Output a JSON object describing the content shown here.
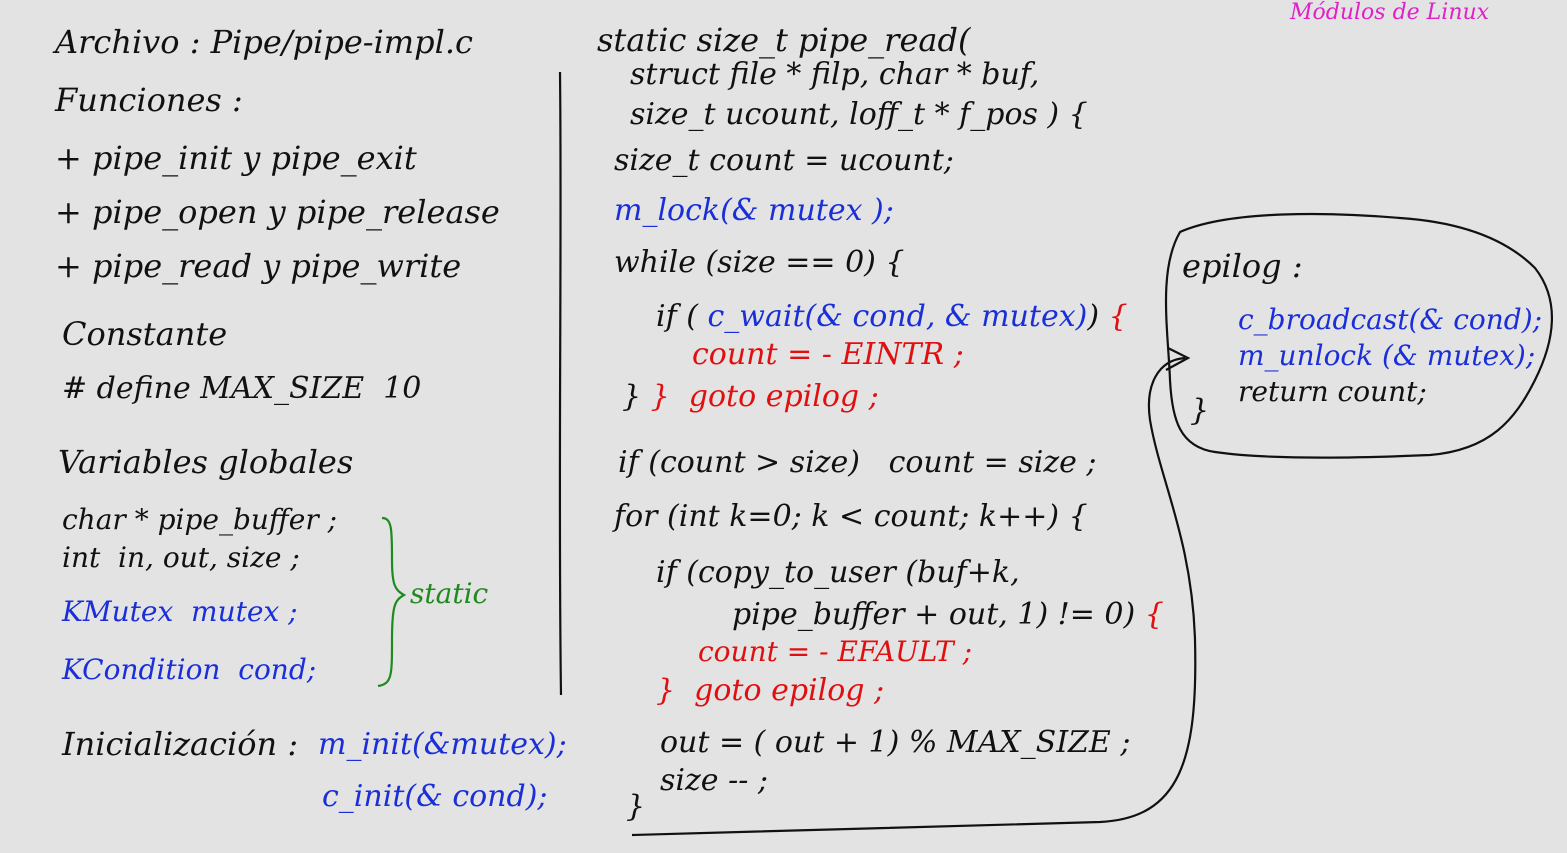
{
  "corner_title": "Módulos de Linux",
  "left": {
    "file_line": "Archivo : Pipe/pipe-impl.c",
    "functions_heading": "Funciones :",
    "functions": [
      "+ pipe_init y pipe_exit",
      "+ pipe_open y pipe_release",
      "+ pipe_read y pipe_write"
    ],
    "constant_heading": "Constante",
    "constant_line": "# define MAX_SIZE  10",
    "globals_heading": "Variables globales",
    "globals": [
      "char * pipe_buffer ;",
      "int  in, out, size ;",
      "KMutex  mutex ;",
      "KCondition  cond;"
    ],
    "static_label": "static",
    "init_label": "Inicialización :",
    "init_mutex": "m_init(&mutex);",
    "init_cond": "c_init(& cond);"
  },
  "code": {
    "sig1": "static size_t pipe_read(",
    "sig2": "struct file * filp, char * buf,",
    "sig3": "size_t ucount, loff_t * f_pos ) {",
    "l1": "size_t count = ucount;",
    "l2": "m_lock(& mutex );",
    "l3": "while (size == 0) {",
    "l4a": "if ( ",
    "l4b": "c_wait(& cond, & mutex)",
    "l4c": ")",
    "l4d": " {",
    "l5": "count = - EINTR ;",
    "l6a": "} ",
    "l6b": "}",
    "l6c": "  goto epilog ;",
    "l7": "if (count > size)   count = size ;",
    "l8": "for (int k=0; k < count; k++) {",
    "l9": "if (copy_to_user (buf+k,",
    "l10a": "pipe_buffer + out, 1) != 0) ",
    "l10b": "{",
    "l11": "count = - EFAULT ;",
    "l12": "}  goto epilog ;",
    "l13": "out = ( out + 1) % MAX_SIZE ;",
    "l14": "size -- ;",
    "l15": "}"
  },
  "epilog": {
    "label": "epilog :",
    "broadcast": "c_broadcast(& cond);",
    "unlock": "m_unlock (& mutex);",
    "ret": "return count;",
    "brace": "}"
  }
}
